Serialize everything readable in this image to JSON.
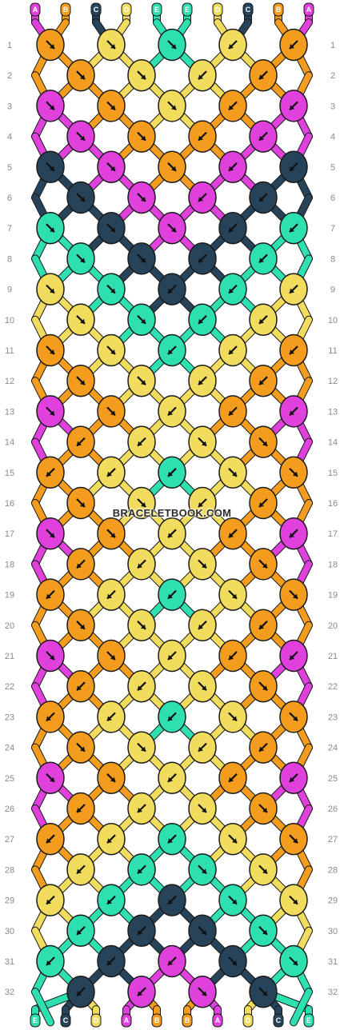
{
  "watermark": "BRACELETBOOK.COM",
  "colors": {
    "A": "#e040dc",
    "B": "#f39c1e",
    "C": "#27435a",
    "D": "#f2dc5d",
    "E": "#2ee0b0"
  },
  "threads_top": [
    "A",
    "B",
    "C",
    "D",
    "E",
    "E",
    "D",
    "C",
    "B",
    "A"
  ],
  "threads_bottom": [
    "E",
    "C",
    "D",
    "A",
    "B",
    "B",
    "A",
    "D",
    "C",
    "E"
  ],
  "row_numbers": [
    "1",
    "2",
    "3",
    "4",
    "5",
    "6",
    "7",
    "8",
    "9",
    "10",
    "11",
    "12",
    "13",
    "14",
    "15",
    "16",
    "17",
    "18",
    "19",
    "20",
    "21",
    "22",
    "23",
    "24",
    "25",
    "26",
    "27",
    "28",
    "29",
    "30",
    "31",
    "32"
  ],
  "knots": [
    {
      "row": 1,
      "knots": [
        {
          "c": "B",
          "d": "r"
        },
        {
          "c": "D",
          "d": "r"
        },
        {
          "c": "E",
          "d": "r"
        },
        {
          "c": "D",
          "d": "l"
        },
        {
          "c": "B",
          "d": "l"
        }
      ]
    },
    {
      "row": 2,
      "knots": [
        {
          "c": "B",
          "d": "r"
        },
        {
          "c": "D",
          "d": "r"
        },
        {
          "c": "D",
          "d": "l"
        },
        {
          "c": "B",
          "d": "l"
        }
      ]
    },
    {
      "row": 3,
      "knots": [
        {
          "c": "A",
          "d": "r"
        },
        {
          "c": "B",
          "d": "r"
        },
        {
          "c": "D",
          "d": "r"
        },
        {
          "c": "B",
          "d": "l"
        },
        {
          "c": "A",
          "d": "l"
        }
      ]
    },
    {
      "row": 4,
      "knots": [
        {
          "c": "A",
          "d": "r"
        },
        {
          "c": "B",
          "d": "r"
        },
        {
          "c": "B",
          "d": "l"
        },
        {
          "c": "A",
          "d": "l"
        }
      ]
    },
    {
      "row": 5,
      "knots": [
        {
          "c": "C",
          "d": "r"
        },
        {
          "c": "A",
          "d": "r"
        },
        {
          "c": "B",
          "d": "r"
        },
        {
          "c": "A",
          "d": "l"
        },
        {
          "c": "C",
          "d": "l"
        }
      ]
    },
    {
      "row": 6,
      "knots": [
        {
          "c": "C",
          "d": "r"
        },
        {
          "c": "A",
          "d": "r"
        },
        {
          "c": "A",
          "d": "l"
        },
        {
          "c": "C",
          "d": "l"
        }
      ]
    },
    {
      "row": 7,
      "knots": [
        {
          "c": "E",
          "d": "r"
        },
        {
          "c": "C",
          "d": "r"
        },
        {
          "c": "A",
          "d": "r"
        },
        {
          "c": "C",
          "d": "l"
        },
        {
          "c": "E",
          "d": "l"
        }
      ]
    },
    {
      "row": 8,
      "knots": [
        {
          "c": "E",
          "d": "r"
        },
        {
          "c": "C",
          "d": "r"
        },
        {
          "c": "C",
          "d": "l"
        },
        {
          "c": "E",
          "d": "l"
        }
      ]
    },
    {
      "row": 9,
      "knots": [
        {
          "c": "D",
          "d": "r"
        },
        {
          "c": "E",
          "d": "r"
        },
        {
          "c": "C",
          "d": "l"
        },
        {
          "c": "E",
          "d": "l"
        },
        {
          "c": "D",
          "d": "l"
        }
      ]
    },
    {
      "row": 10,
      "knots": [
        {
          "c": "D",
          "d": "r"
        },
        {
          "c": "E",
          "d": "r"
        },
        {
          "c": "E",
          "d": "l"
        },
        {
          "c": "D",
          "d": "l"
        }
      ]
    },
    {
      "row": 11,
      "knots": [
        {
          "c": "B",
          "d": "r"
        },
        {
          "c": "D",
          "d": "r"
        },
        {
          "c": "E",
          "d": "l"
        },
        {
          "c": "D",
          "d": "l"
        },
        {
          "c": "B",
          "d": "l"
        }
      ]
    },
    {
      "row": 12,
      "knots": [
        {
          "c": "B",
          "d": "r"
        },
        {
          "c": "D",
          "d": "r"
        },
        {
          "c": "D",
          "d": "l"
        },
        {
          "c": "B",
          "d": "l"
        }
      ]
    },
    {
      "row": 13,
      "knots": [
        {
          "c": "A",
          "d": "r"
        },
        {
          "c": "B",
          "d": "r"
        },
        {
          "c": "D",
          "d": "l"
        },
        {
          "c": "B",
          "d": "l"
        },
        {
          "c": "A",
          "d": "l"
        }
      ]
    },
    {
      "row": 14,
      "knots": [
        {
          "c": "B",
          "d": "l"
        },
        {
          "c": "D",
          "d": "l"
        },
        {
          "c": "D",
          "d": "r"
        },
        {
          "c": "B",
          "d": "r"
        }
      ]
    },
    {
      "row": 15,
      "knots": [
        {
          "c": "B",
          "d": "l"
        },
        {
          "c": "D",
          "d": "l"
        },
        {
          "c": "E",
          "d": "l"
        },
        {
          "c": "D",
          "d": "r"
        },
        {
          "c": "B",
          "d": "r"
        }
      ]
    },
    {
      "row": 16,
      "knots": [
        {
          "c": "B",
          "d": "r"
        },
        {
          "c": "D",
          "d": "r"
        },
        {
          "c": "D",
          "d": "l"
        },
        {
          "c": "B",
          "d": "l"
        }
      ]
    },
    {
      "row": 17,
      "knots": [
        {
          "c": "A",
          "d": "r"
        },
        {
          "c": "B",
          "d": "r"
        },
        {
          "c": "D",
          "d": "l"
        },
        {
          "c": "B",
          "d": "l"
        },
        {
          "c": "A",
          "d": "l"
        }
      ]
    },
    {
      "row": 18,
      "knots": [
        {
          "c": "B",
          "d": "l"
        },
        {
          "c": "D",
          "d": "l"
        },
        {
          "c": "D",
          "d": "r"
        },
        {
          "c": "B",
          "d": "r"
        }
      ]
    },
    {
      "row": 19,
      "knots": [
        {
          "c": "B",
          "d": "l"
        },
        {
          "c": "D",
          "d": "l"
        },
        {
          "c": "E",
          "d": "l"
        },
        {
          "c": "D",
          "d": "r"
        },
        {
          "c": "B",
          "d": "r"
        }
      ]
    },
    {
      "row": 20,
      "knots": [
        {
          "c": "B",
          "d": "r"
        },
        {
          "c": "D",
          "d": "r"
        },
        {
          "c": "D",
          "d": "l"
        },
        {
          "c": "B",
          "d": "l"
        }
      ]
    },
    {
      "row": 21,
      "knots": [
        {
          "c": "A",
          "d": "r"
        },
        {
          "c": "B",
          "d": "r"
        },
        {
          "c": "D",
          "d": "l"
        },
        {
          "c": "B",
          "d": "l"
        },
        {
          "c": "A",
          "d": "l"
        }
      ]
    },
    {
      "row": 22,
      "knots": [
        {
          "c": "B",
          "d": "l"
        },
        {
          "c": "D",
          "d": "l"
        },
        {
          "c": "D",
          "d": "r"
        },
        {
          "c": "B",
          "d": "r"
        }
      ]
    },
    {
      "row": 23,
      "knots": [
        {
          "c": "B",
          "d": "l"
        },
        {
          "c": "D",
          "d": "l"
        },
        {
          "c": "E",
          "d": "l"
        },
        {
          "c": "D",
          "d": "r"
        },
        {
          "c": "B",
          "d": "r"
        }
      ]
    },
    {
      "row": 24,
      "knots": [
        {
          "c": "B",
          "d": "r"
        },
        {
          "c": "D",
          "d": "r"
        },
        {
          "c": "D",
          "d": "l"
        },
        {
          "c": "B",
          "d": "l"
        }
      ]
    },
    {
      "row": 25,
      "knots": [
        {
          "c": "A",
          "d": "r"
        },
        {
          "c": "B",
          "d": "r"
        },
        {
          "c": "D",
          "d": "l"
        },
        {
          "c": "B",
          "d": "l"
        },
        {
          "c": "A",
          "d": "l"
        }
      ]
    },
    {
      "row": 26,
      "knots": [
        {
          "c": "B",
          "d": "l"
        },
        {
          "c": "D",
          "d": "l"
        },
        {
          "c": "D",
          "d": "r"
        },
        {
          "c": "B",
          "d": "r"
        }
      ]
    },
    {
      "row": 27,
      "knots": [
        {
          "c": "B",
          "d": "l"
        },
        {
          "c": "D",
          "d": "l"
        },
        {
          "c": "E",
          "d": "l"
        },
        {
          "c": "D",
          "d": "r"
        },
        {
          "c": "B",
          "d": "r"
        }
      ]
    },
    {
      "row": 28,
      "knots": [
        {
          "c": "D",
          "d": "l"
        },
        {
          "c": "E",
          "d": "l"
        },
        {
          "c": "E",
          "d": "r"
        },
        {
          "c": "D",
          "d": "r"
        }
      ]
    },
    {
      "row": 29,
      "knots": [
        {
          "c": "D",
          "d": "l"
        },
        {
          "c": "E",
          "d": "l"
        },
        {
          "c": "C",
          "d": "l"
        },
        {
          "c": "E",
          "d": "r"
        },
        {
          "c": "D",
          "d": "r"
        }
      ]
    },
    {
      "row": 30,
      "knots": [
        {
          "c": "E",
          "d": "l"
        },
        {
          "c": "C",
          "d": "l"
        },
        {
          "c": "C",
          "d": "r"
        },
        {
          "c": "E",
          "d": "r"
        }
      ]
    },
    {
      "row": 31,
      "knots": [
        {
          "c": "E",
          "d": "l"
        },
        {
          "c": "C",
          "d": "l"
        },
        {
          "c": "A",
          "d": "l"
        },
        {
          "c": "C",
          "d": "r"
        },
        {
          "c": "E",
          "d": "r"
        }
      ]
    },
    {
      "row": 32,
      "knots": [
        {
          "c": "C",
          "d": "l"
        },
        {
          "c": "A",
          "d": "l"
        },
        {
          "c": "A",
          "d": "r"
        },
        {
          "c": "C",
          "d": "r"
        }
      ]
    }
  ]
}
